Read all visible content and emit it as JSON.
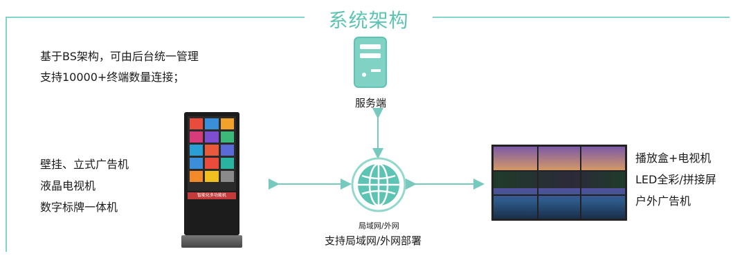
{
  "title": "系统架构",
  "intro": {
    "line1": "基于BS架构，可由后台统一管理",
    "line2": "支持10000+终端数量连接；"
  },
  "server": {
    "label": "服务端",
    "icon": "server-icon"
  },
  "network": {
    "label": "局域网/外网",
    "caption": "支持局域网/外网部署",
    "icon": "globe-icon"
  },
  "left_devices": [
    "壁挂、立式广告机",
    "液晶电视机",
    "数字标牌一体机"
  ],
  "right_devices": [
    "播放盒+电视机",
    "LED全彩/拼接屏",
    "户外广告机"
  ],
  "kiosk_banner": "智能化多功能机",
  "colors": {
    "accent": "#5dc4b4",
    "line": "#77c9bd"
  }
}
